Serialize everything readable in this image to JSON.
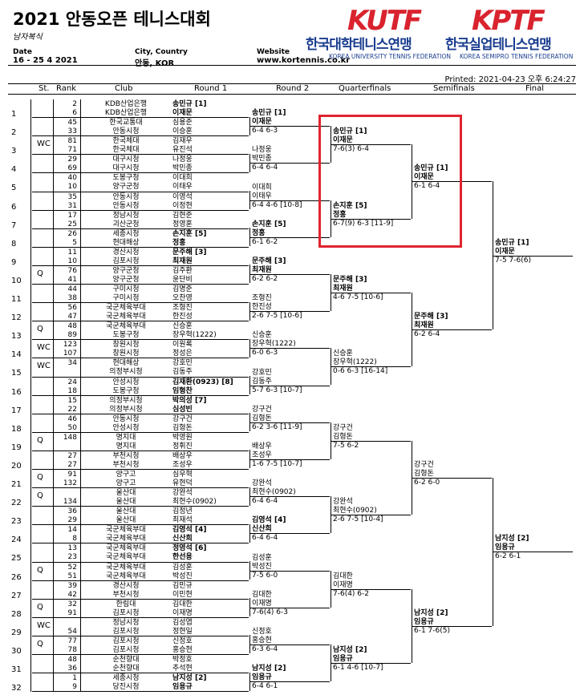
{
  "header": {
    "title": "2021 안동오픈 테니스대회",
    "subtitle": "남자복식",
    "date_label": "Date",
    "date_value": "16 - 25 4 2021",
    "city_label": "City, Country",
    "city_value": "안동, KOR",
    "website_label": "Website",
    "website_value": "www.kortennis.co.kr",
    "printed": "Printed: 2021-04-23 오후 6:24:27"
  },
  "logos": {
    "kutf": {
      "mark": "KUTF",
      "name": "한국대학테니스연맹",
      "en": "KOREA UNIVERSITY TENNIS FEDERATION"
    },
    "kptf": {
      "mark": "KPTF",
      "name": "한국실업테니스연맹",
      "en": "KOREA SEMIPRO TENNIS FEDERATION"
    }
  },
  "columns": [
    "St.",
    "Rank",
    "Club",
    "Round 1",
    "Round 2",
    "Quarterfinals",
    "Semifinals",
    "Final"
  ],
  "entries": [
    {
      "n": "1",
      "st": "",
      "r": [
        "2",
        "6"
      ],
      "c": [
        "KDB산업은행",
        "KDB산업은행"
      ],
      "p": [
        "송민규 [1]",
        "이재문"
      ],
      "b": true
    },
    {
      "n": "2",
      "st": "",
      "r": [
        "45",
        "33"
      ],
      "c": [
        "한국교통대",
        "안동시청"
      ],
      "p": [
        "심용준",
        "이승훈"
      ],
      "b": false
    },
    {
      "n": "3",
      "st": "WC",
      "r": [
        "81",
        "71"
      ],
      "c": [
        "한국체대",
        "한국체대"
      ],
      "p": [
        "김재우",
        "유진석"
      ],
      "b": false
    },
    {
      "n": "4",
      "st": "",
      "r": [
        "29",
        "69"
      ],
      "c": [
        "대구시청",
        "대구시청"
      ],
      "p": [
        "나정웅",
        "박민종"
      ],
      "b": false
    },
    {
      "n": "5",
      "st": "",
      "r": [
        "40",
        "10"
      ],
      "c": [
        "도봉구청",
        "양구군청"
      ],
      "p": [
        "이대희",
        "이태우"
      ],
      "b": false
    },
    {
      "n": "6",
      "st": "",
      "r": [
        "35",
        "31"
      ],
      "c": [
        "안동시청",
        "안동시청"
      ],
      "p": [
        "이영석",
        "이정현"
      ],
      "b": false
    },
    {
      "n": "7",
      "st": "",
      "r": [
        "17",
        "25"
      ],
      "c": [
        "정남시청",
        "괴산군청"
      ],
      "p": [
        "김현준",
        "정영훈"
      ],
      "b": false
    },
    {
      "n": "8",
      "st": "",
      "r": [
        "26",
        "5"
      ],
      "c": [
        "세종시청",
        "현대해상"
      ],
      "p": [
        "손지훈 [5]",
        "정홍"
      ],
      "b": true
    },
    {
      "n": "9",
      "st": "",
      "r": [
        "11",
        "10"
      ],
      "c": [
        "경산시청",
        "김포시청"
      ],
      "p": [
        "문주해 [3]",
        "최재원"
      ],
      "b": true
    },
    {
      "n": "10",
      "st": "Q",
      "r": [
        "76",
        "41"
      ],
      "c": [
        "양구군청",
        "양구군청"
      ],
      "p": [
        "김주환",
        "윤단비"
      ],
      "b": false
    },
    {
      "n": "11",
      "st": "",
      "r": [
        "44",
        "38"
      ],
      "c": [
        "구미시청",
        "구미시청"
      ],
      "p": [
        "김명준",
        "오찬영"
      ],
      "b": false
    },
    {
      "n": "12",
      "st": "",
      "r": [
        "56",
        "47"
      ],
      "c": [
        "국군체육부대",
        "국군체육부대"
      ],
      "p": [
        "조형진",
        "한진성"
      ],
      "b": false
    },
    {
      "n": "13",
      "st": "Q",
      "r": [
        "48",
        "89"
      ],
      "c": [
        "국군체육부대",
        "도봉구청"
      ],
      "p": [
        "신승훈",
        "장우혁(1222)"
      ],
      "b": false
    },
    {
      "n": "14",
      "st": "WC",
      "r": [
        "123",
        "107"
      ],
      "c": [
        "창원시청",
        "창원시청"
      ],
      "p": [
        "이원록",
        "정성은"
      ],
      "b": false
    },
    {
      "n": "15",
      "st": "WC",
      "r": [
        "34",
        ""
      ],
      "c": [
        "현대해상",
        "의정부시청"
      ],
      "p": [
        "강호민",
        "김동주"
      ],
      "b": false
    },
    {
      "n": "16",
      "st": "",
      "r": [
        "24",
        "18"
      ],
      "c": [
        "안성시청",
        "도봉구청"
      ],
      "p": [
        "김재환(0923) [8]",
        "임형찬"
      ],
      "b": true
    },
    {
      "n": "17",
      "st": "",
      "r": [
        "15",
        "22"
      ],
      "c": [
        "의정부시청",
        "의정부시청"
      ],
      "p": [
        "박의성 [7]",
        "심성빈"
      ],
      "b": true
    },
    {
      "n": "18",
      "st": "",
      "r": [
        "46",
        "50"
      ],
      "c": [
        "안동시청",
        "안성시청"
      ],
      "p": [
        "강구건",
        "김형돈"
      ],
      "b": false
    },
    {
      "n": "19",
      "st": "Q",
      "r": [
        "148",
        ""
      ],
      "c": [
        "명지대",
        "명지대"
      ],
      "p": [
        "박영원",
        "정휘진"
      ],
      "b": false
    },
    {
      "n": "20",
      "st": "",
      "r": [
        "27",
        "27"
      ],
      "c": [
        "부천시청",
        "부천시청"
      ],
      "p": [
        "배상우",
        "조성우"
      ],
      "b": false
    },
    {
      "n": "21",
      "st": "Q",
      "r": [
        "91",
        "132"
      ],
      "c": [
        "양구고",
        "양구고"
      ],
      "p": [
        "심우혁",
        "유현덕"
      ],
      "b": false
    },
    {
      "n": "22",
      "st": "Q",
      "r": [
        "",
        "134"
      ],
      "c": [
        "울산대",
        "울산대"
      ],
      "p": [
        "강완석",
        "최현수(0902)"
      ],
      "b": false
    },
    {
      "n": "23",
      "st": "",
      "r": [
        "36",
        "29"
      ],
      "c": [
        "울산대",
        "울산대"
      ],
      "p": [
        "김정년",
        "최재석"
      ],
      "b": false
    },
    {
      "n": "24",
      "st": "",
      "r": [
        "14",
        "8"
      ],
      "c": [
        "국군체육부대",
        "국군체육부대"
      ],
      "p": [
        "김영석 [4]",
        "신산희"
      ],
      "b": true
    },
    {
      "n": "25",
      "st": "",
      "r": [
        "13",
        "23"
      ],
      "c": [
        "국군체육부대",
        "국군체육부대"
      ],
      "p": [
        "정영석 [6]",
        "한선용"
      ],
      "b": true
    },
    {
      "n": "26",
      "st": "Q",
      "r": [
        "52",
        "51"
      ],
      "c": [
        "국군체육부대",
        "국군체육부대"
      ],
      "p": [
        "김성훈",
        "박성진"
      ],
      "b": false
    },
    {
      "n": "27",
      "st": "",
      "r": [
        "39",
        "42"
      ],
      "c": [
        "경산시청",
        "부천시청"
      ],
      "p": [
        "김민규",
        "이민현"
      ],
      "b": false
    },
    {
      "n": "28",
      "st": "Q",
      "r": [
        "32",
        "91"
      ],
      "c": [
        "한림대",
        "김포시청"
      ],
      "p": [
        "김대한",
        "이재명"
      ],
      "b": false
    },
    {
      "n": "29",
      "st": "WC",
      "r": [
        "",
        "54"
      ],
      "c": [
        "정남시청",
        "김포시청"
      ],
      "p": [
        "김성엽",
        "정현일"
      ],
      "b": false
    },
    {
      "n": "30",
      "st": "Q",
      "r": [
        "77",
        "78"
      ],
      "c": [
        "김포시청",
        "김포시청"
      ],
      "p": [
        "신정호",
        "홍승현"
      ],
      "b": false
    },
    {
      "n": "31",
      "st": "",
      "r": [
        "48",
        "36"
      ],
      "c": [
        "순천향대",
        "순천향대"
      ],
      "p": [
        "박정호",
        "추석현"
      ],
      "b": false
    },
    {
      "n": "32",
      "st": "",
      "r": [
        "1",
        "9"
      ],
      "c": [
        "세종시청",
        "당진시청"
      ],
      "p": [
        "남지성 [2]",
        "임용규"
      ],
      "b": true
    }
  ],
  "round2": [
    {
      "p": [
        "송민규 [1]",
        "이재문"
      ],
      "s": "6-4 6-3",
      "b": true
    },
    {
      "p": [
        "나정웅",
        "박민종"
      ],
      "s": "6-4 6-4",
      "b": false
    },
    {
      "p": [
        "이대희",
        "이태우"
      ],
      "s": "6-4 4-6 [10-8]",
      "b": false
    },
    {
      "p": [
        "손지훈 [5]",
        "정홍"
      ],
      "s": "6-1 6-2",
      "b": true
    },
    {
      "p": [
        "문주해 [3]",
        "최재원"
      ],
      "s": "6-2 6-2",
      "b": true
    },
    {
      "p": [
        "조형진",
        "한진성"
      ],
      "s": "2-6 7-5 [10-6]",
      "b": false
    },
    {
      "p": [
        "신승훈",
        "장우혁(1222)"
      ],
      "s": "6-0 6-3",
      "b": false
    },
    {
      "p": [
        "강호민",
        "김동주"
      ],
      "s": "5-7 6-3 [10-7]",
      "b": false
    },
    {
      "p": [
        "강구건",
        "김형돈"
      ],
      "s": "6-2 3-6 [11-9]",
      "b": false
    },
    {
      "p": [
        "배상우",
        "조성우"
      ],
      "s": "1-6 7-5 [10-7]",
      "b": false
    },
    {
      "p": [
        "강완석",
        "최현수(0902)"
      ],
      "s": "6-4 6-4",
      "b": false
    },
    {
      "p": [
        "김영석 [4]",
        "신산희"
      ],
      "s": "6-4 6-4",
      "b": true
    },
    {
      "p": [
        "김성훈",
        "박성진"
      ],
      "s": "7-5 6-0",
      "b": false
    },
    {
      "p": [
        "김대한",
        "이재명"
      ],
      "s": "7-6(4) 6-3",
      "b": false
    },
    {
      "p": [
        "신정호",
        "홍승현"
      ],
      "s": "6-3 6-4",
      "b": false
    },
    {
      "p": [
        "남지성 [2]",
        "임용규"
      ],
      "s": "6-4 6-1",
      "b": true
    }
  ],
  "quarterfinals": [
    {
      "p": [
        "송민규 [1]",
        "이재문"
      ],
      "s": "7-6(3) 6-4",
      "b": true
    },
    {
      "p": [
        "손지훈 [5]",
        "정홍"
      ],
      "s": "6-7(9) 6-3 [11-9]",
      "b": true
    },
    {
      "p": [
        "문주해 [3]",
        "최재원"
      ],
      "s": "4-6 7-5 [10-6]",
      "b": true
    },
    {
      "p": [
        "신승훈",
        "장우혁(1222)"
      ],
      "s": "0-6 6-3 [16-14]",
      "b": false
    },
    {
      "p": [
        "강구건",
        "김형돈"
      ],
      "s": "7-5 6-2",
      "b": false
    },
    {
      "p": [
        "강완석",
        "최현수(0902)"
      ],
      "s": "2-6 7-5 [10-4]",
      "b": false
    },
    {
      "p": [
        "김대한",
        "이재명"
      ],
      "s": "7-6(4) 6-2",
      "b": false
    },
    {
      "p": [
        "남지성 [2]",
        "임용규"
      ],
      "s": "6-1 4-6 [10-7]",
      "b": true
    }
  ],
  "semifinals": [
    {
      "p": [
        "송민규 [1]",
        "이재문"
      ],
      "s": "6-1 6-4",
      "b": true
    },
    {
      "p": [
        "문주해 [3]",
        "최재원"
      ],
      "s": "6-2 6-4",
      "b": true
    },
    {
      "p": [
        "강구건",
        "김형돈"
      ],
      "s": "6-2 6-0",
      "b": false
    },
    {
      "p": [
        "남지성 [2]",
        "임용규"
      ],
      "s": "6-1 7-6(5)",
      "b": true
    }
  ],
  "final": [
    {
      "p": [
        "송민규 [1]",
        "이재문"
      ],
      "s": "7-5 7-6(6)",
      "b": true
    },
    {
      "p": [
        "남지성 [2]",
        "임용규"
      ],
      "s": "6-2 6-1",
      "b": true
    }
  ],
  "highlight": {
    "color": "#e0242f"
  }
}
